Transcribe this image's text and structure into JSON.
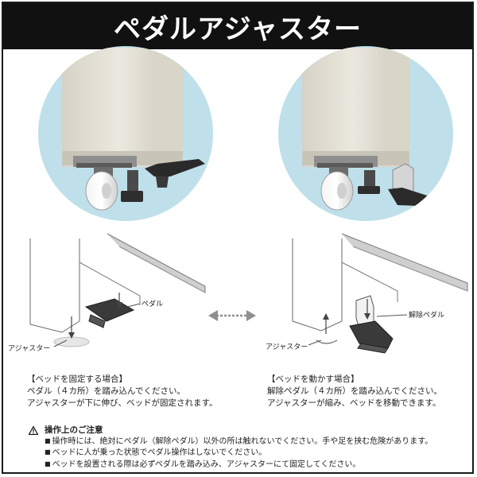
{
  "title": "ペダルアジャスター",
  "labels": {
    "pedal": "ペダル",
    "adjuster_left": "アジャスター",
    "release_pedal": "解除ペダル",
    "adjuster_right": "アジャスター"
  },
  "fix_section": {
    "heading": "【ベッドを固定する場合】",
    "line1": "ペダル（４カ所）を踏み込んでください。",
    "line2": "アジャスターが下に伸び、ベッドが固定されます。"
  },
  "move_section": {
    "heading": "【ベッドを動かす場合】",
    "line1": "解除ペダル（４カ所）を踏み込んでください。",
    "line2": "アジャスターが縮み、ベッドを移動できます。"
  },
  "notes": {
    "heading": "操作上のご注意",
    "items": [
      "操作時には、絶対にペダル（解除ペダル）以外の所は触れないでください。手や足を挟む危険があります。",
      "ベッドに人が乗った状態でペダル操作はしないでください。",
      "ベッドを設置される際は必ずペダルを踏み込み、アジャスターにて固定してください。"
    ]
  },
  "colors": {
    "title_bg": "#111111",
    "title_text": "#ffffff",
    "circle_bg": "#bfe0ea",
    "panel": "#e7e4da",
    "pedal": "#2a2a2a",
    "arrow": "#8f8f8f"
  }
}
